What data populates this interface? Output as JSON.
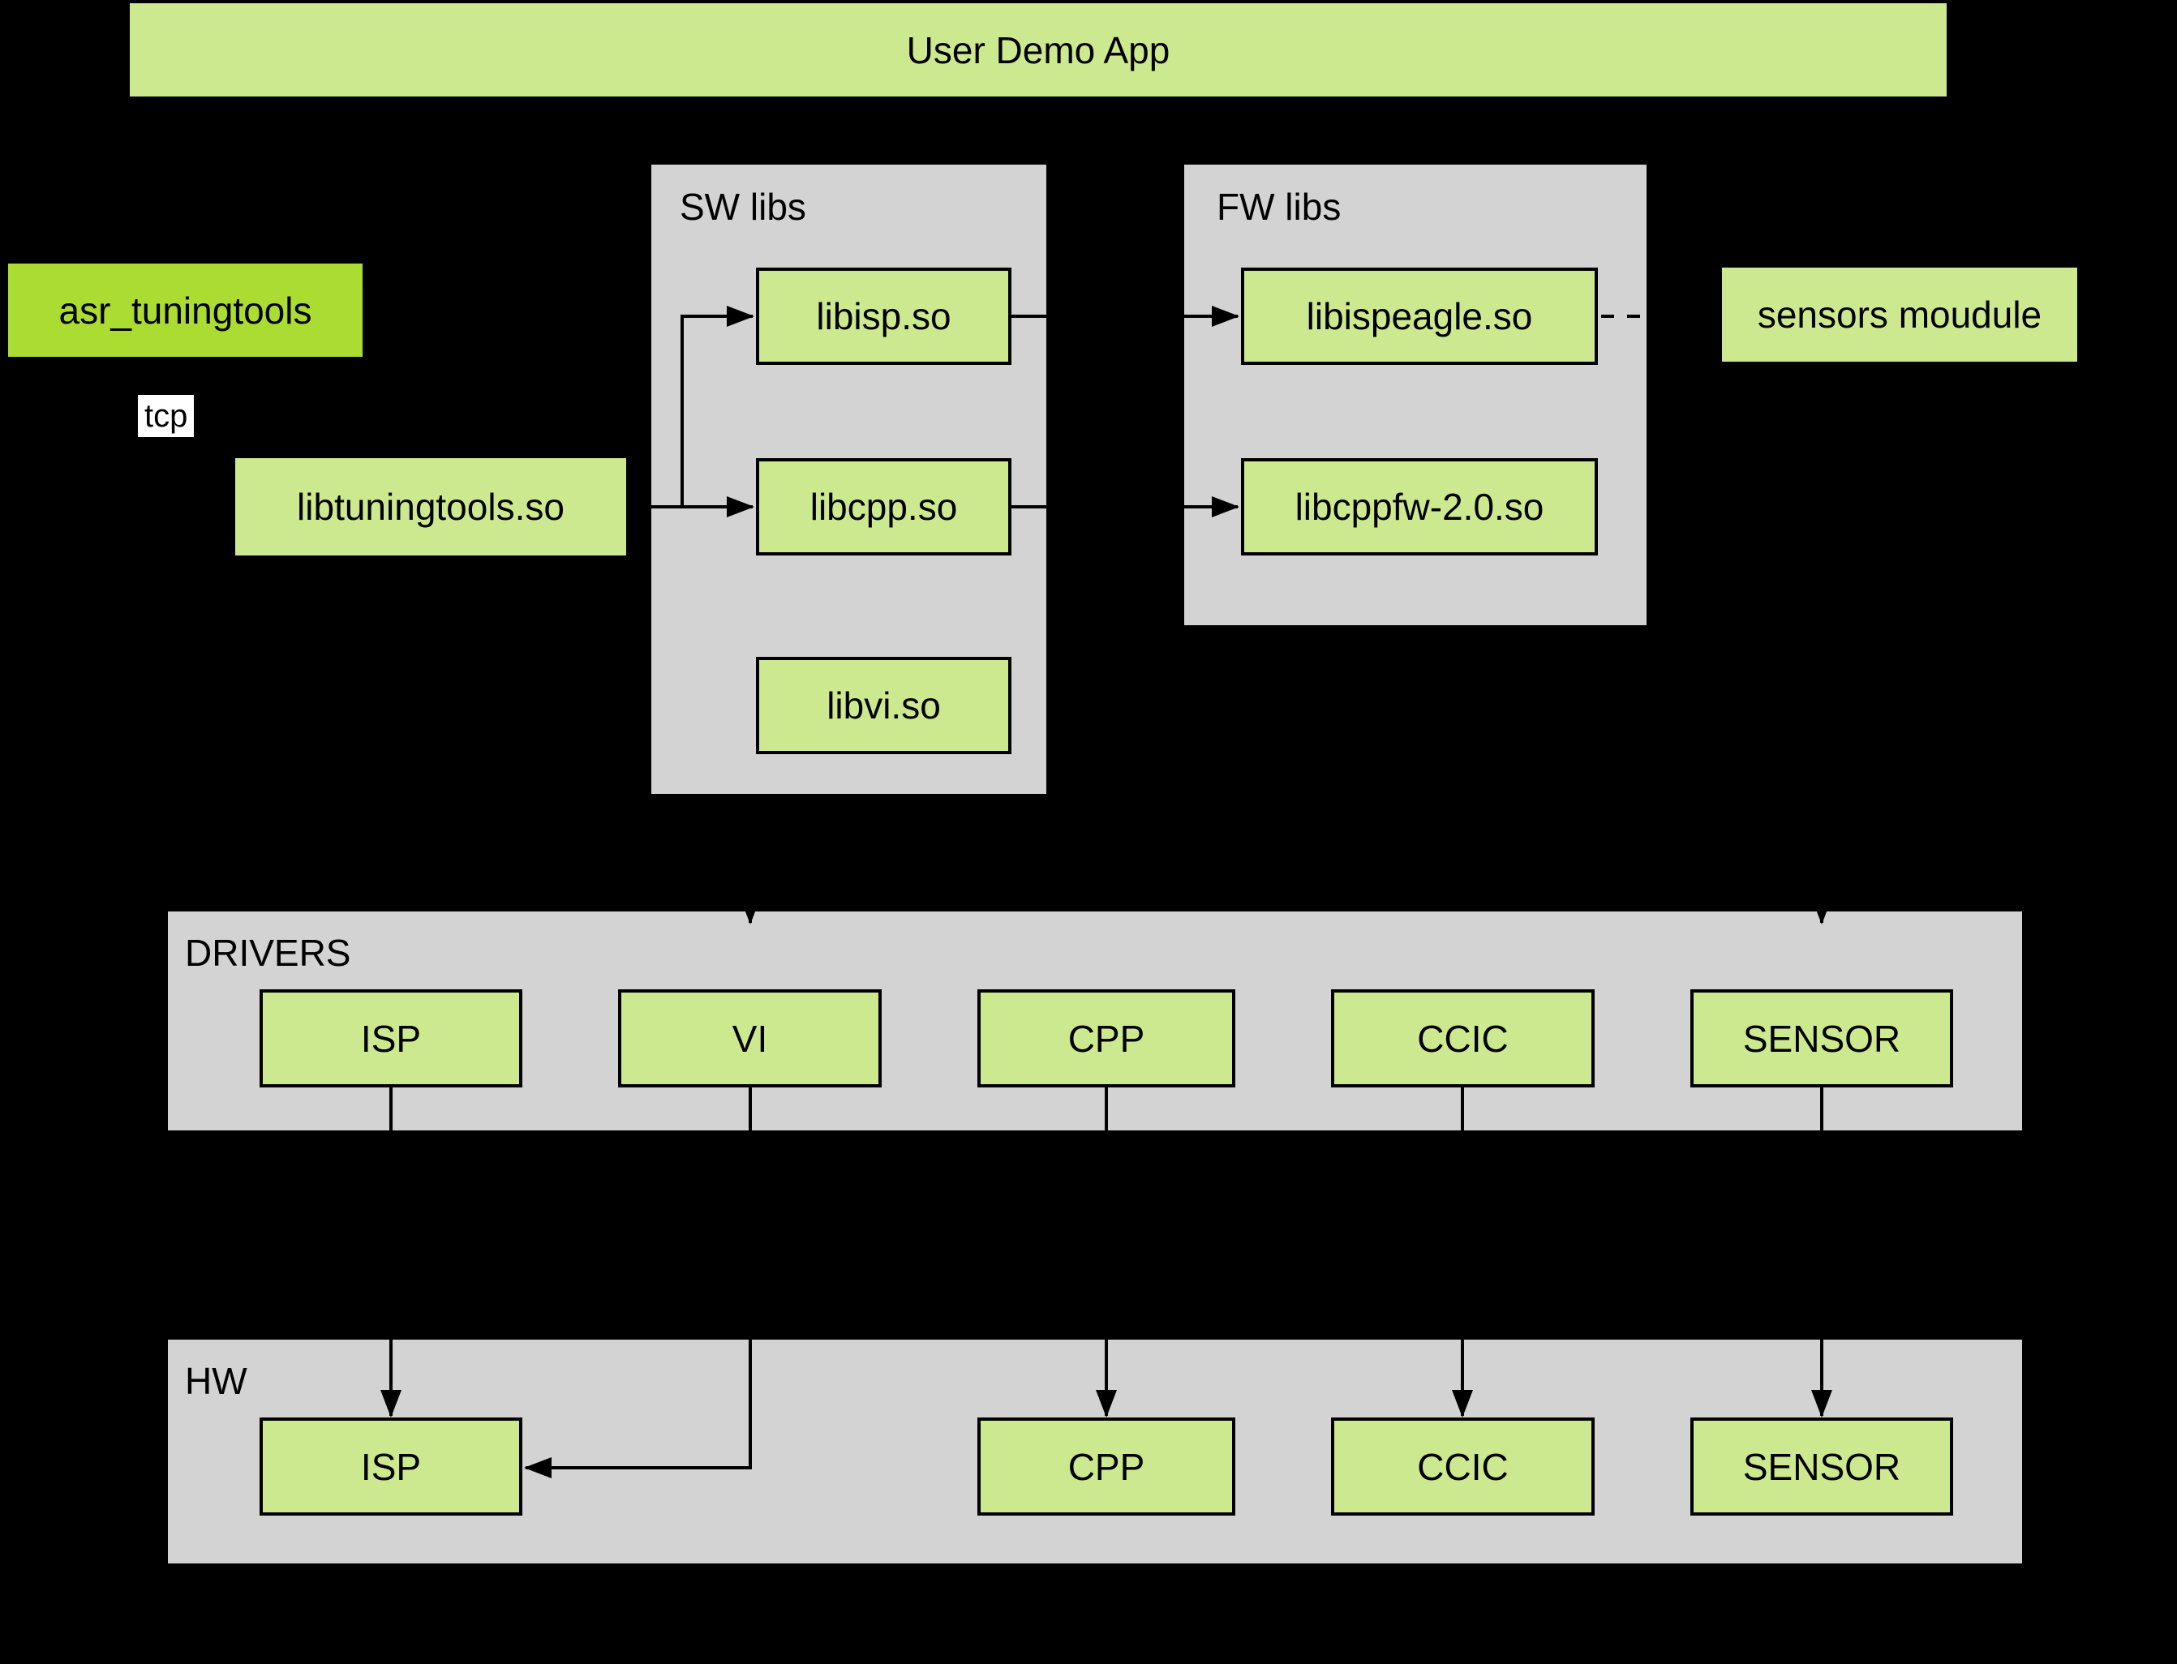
{
  "nodes": {
    "user_demo_app": "User Demo App",
    "asr_tuningtools": "asr_tuningtools",
    "tcp_label": "tcp",
    "libtuningtools": "libtuningtools.so",
    "libisp": "libisp.so",
    "libcpp": "libcpp.so",
    "libvi": "libvi.so",
    "libispeagle": "libispeagle.so",
    "libcppfw": "libcppfw-2.0.so",
    "sensors_module": "sensors moudule"
  },
  "containers": {
    "sw_libs": "SW libs",
    "fw_libs": "FW libs",
    "drivers": "DRIVERS",
    "hw": "HW"
  },
  "drivers_row": [
    "ISP",
    "VI",
    "CPP",
    "CCIC",
    "SENSOR"
  ],
  "hw_row": [
    "ISP",
    "CPP",
    "CCIC",
    "SENSOR"
  ],
  "colors": {
    "background": "#000000",
    "container_gray": "#d3d3d3",
    "node_green": "#cde98f",
    "node_bright_green": "#aadc32",
    "line_black": "#000000",
    "label_bg_white": "#ffffff"
  },
  "edges": [
    {
      "from": "asr_tuningtools",
      "to": "libtuningtools.so",
      "label": "tcp",
      "style": "hidden"
    },
    {
      "from": "libtuningtools.so",
      "to": "libisp.so",
      "style": "arrow"
    },
    {
      "from": "libtuningtools.so",
      "to": "libcpp.so",
      "style": "arrow"
    },
    {
      "from": "libisp.so",
      "to": "libispeagle.so",
      "style": "arrow"
    },
    {
      "from": "libcpp.so",
      "to": "libcppfw-2.0.so",
      "style": "arrow"
    },
    {
      "from": "libispeagle.so",
      "to": "sensors moudule",
      "style": "dashed"
    },
    {
      "from": "above",
      "to": "DRIVERS (VI column)",
      "style": "arrow-tip"
    },
    {
      "from": "above",
      "to": "DRIVERS (SENSOR column)",
      "style": "arrow-tip"
    },
    {
      "from": "DRIVERS ISP",
      "to": "HW ISP",
      "style": "arrow"
    },
    {
      "from": "DRIVERS VI",
      "to": "HW ISP",
      "style": "arrow-elbow"
    },
    {
      "from": "DRIVERS CPP",
      "to": "HW CPP",
      "style": "arrow"
    },
    {
      "from": "DRIVERS CCIC",
      "to": "HW CCIC",
      "style": "arrow"
    },
    {
      "from": "DRIVERS SENSOR",
      "to": "HW SENSOR",
      "style": "arrow"
    }
  ]
}
